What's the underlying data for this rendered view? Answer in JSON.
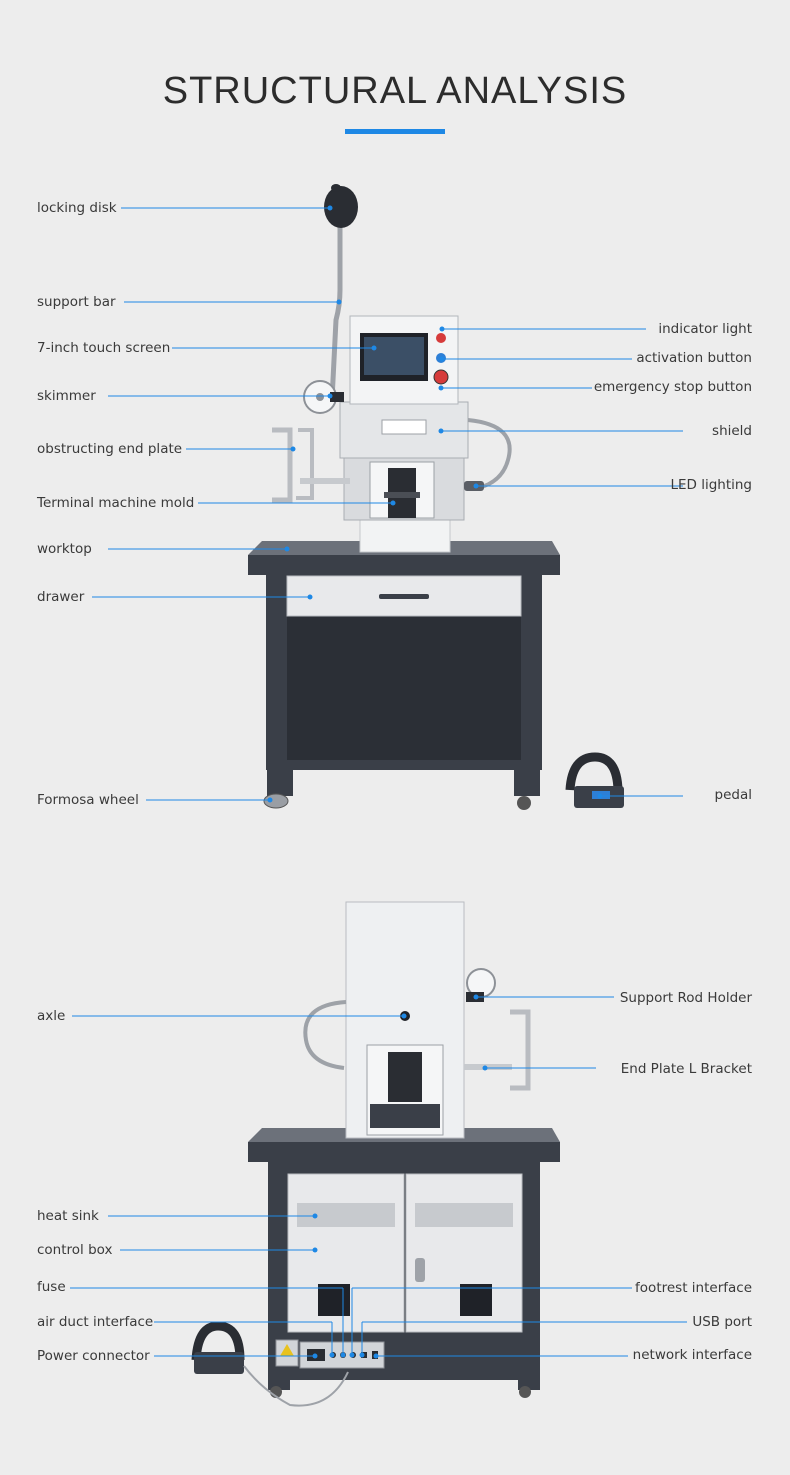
{
  "header": {
    "title": "STRUCTURAL ANALYSIS"
  },
  "colors": {
    "accent": "#1e88e5",
    "leader": "#1e88e5",
    "background": "#ededed"
  },
  "front_view": {
    "labels_left": [
      "locking disk",
      "support bar",
      "7-inch touch screen",
      "skimmer",
      "obstructing end plate",
      "Terminal machine mold",
      "worktop",
      "drawer",
      "Formosa wheel"
    ],
    "labels_right": [
      "indicator light",
      "activation button",
      "emergency stop button",
      "shield",
      "LED lighting",
      "pedal"
    ]
  },
  "rear_view": {
    "labels_left": [
      "axle",
      "heat sink",
      "control box",
      "fuse",
      "air duct interface",
      "Power connector"
    ],
    "labels_right": [
      "Support Rod Holder",
      "End Plate L Bracket",
      "footrest interface",
      "USB port",
      "network interface"
    ]
  }
}
